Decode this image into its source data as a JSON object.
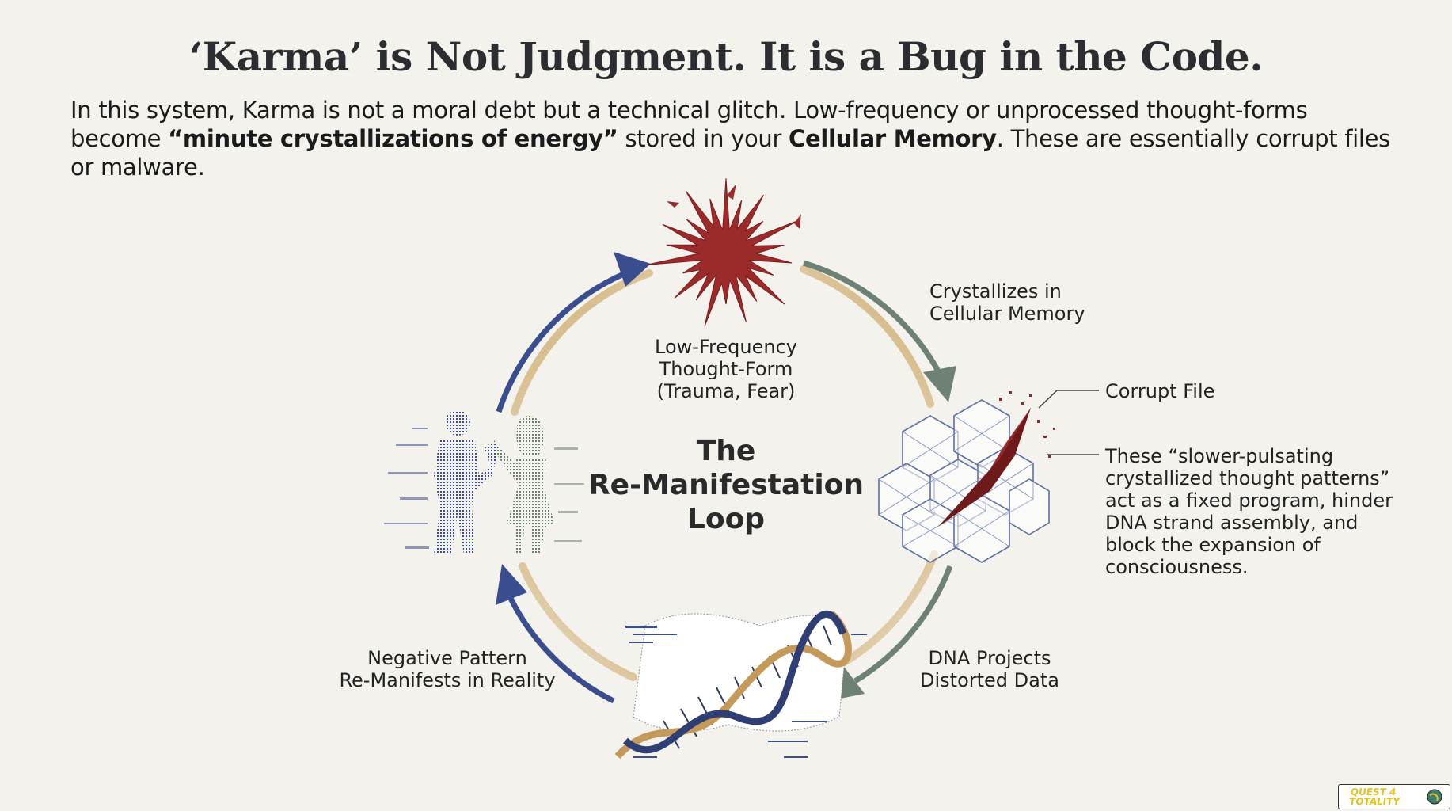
{
  "header": {
    "title": "‘Karma’ is Not Judgment. It is a Bug in the Code.",
    "intro_1": "In this system, Karma is not a moral debt but a technical glitch. Low-frequency or unprocessed thought-forms become",
    "intro_2_bold": "“minute crystallizations of energy”",
    "intro_3": " stored in your ",
    "intro_4_bold": "Cellular Memory",
    "intro_5": ". These are essentially corrupt files or malware."
  },
  "loop": {
    "title_line1": "The",
    "title_line2": "Re-Manifestation",
    "title_line3": "Loop"
  },
  "nodes": {
    "thought_form": {
      "line1": "Low-Frequency",
      "line2": "Thought-Form",
      "line3": "(Trauma, Fear)"
    },
    "crystallizes": {
      "line1": "Crystallizes in",
      "line2": "Cellular Memory"
    },
    "corrupt_file": "Corrupt File",
    "description": {
      "line1": "These “slower-pulsating",
      "line2": "crystallized thought patterns”",
      "line3": "act as a fixed program, hinder",
      "line4": "DNA strand assembly, and",
      "line5": "block the expansion of",
      "line6": "consciousness."
    },
    "dna_projects": {
      "line1": "DNA Projects",
      "line2": "Distorted Data"
    },
    "negative_pattern": {
      "line1": "Negative Pattern",
      "line2": "Re-Manifests in Reality"
    }
  },
  "watermark": {
    "text": "QUEST 4 TOTALITY"
  },
  "colors": {
    "background": "#f3f2ed",
    "burst_red": "#9b2a2a",
    "arrow_blue": "#3a4d8f",
    "arrow_gray": "#6e8175",
    "ring_gold": "#c9a15a",
    "crystal_line": "#5d6fa3"
  }
}
